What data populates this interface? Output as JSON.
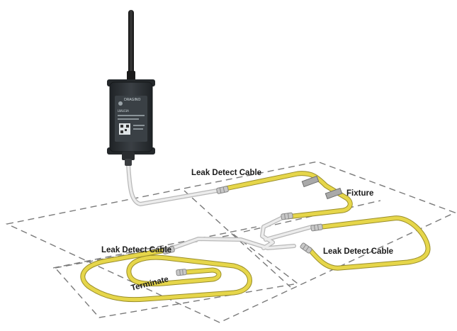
{
  "labels": {
    "cable_top": "Leak Detect Cable",
    "fixture": "Fixture",
    "cable_left": "Leak Detect Cable",
    "cable_right": "Leak Detect Cable",
    "terminate": "Terminate"
  },
  "device": {
    "brand": "DRAGINO",
    "model": "LWL03A"
  },
  "colors": {
    "cable_yellow": "#e6d64a",
    "cable_edge": "#9a8e2a",
    "gray_cable": "#d6d6d6",
    "zone_line": "#7a7a7a",
    "enclosure": "#2b2f33"
  },
  "icons": {
    "antenna": "antenna-icon",
    "gateway": "lorawan-leak-sensor-icon",
    "connector": "cable-connector-icon",
    "fixture_clip": "fixture-clip-icon"
  }
}
